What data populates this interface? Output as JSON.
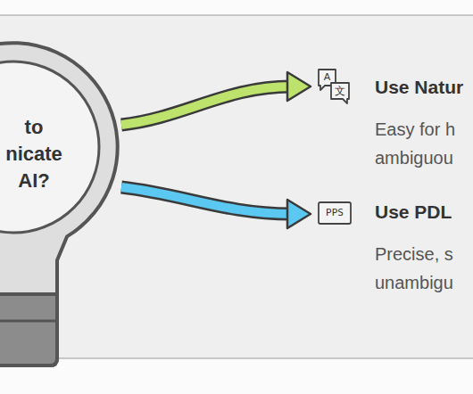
{
  "diagram": {
    "nodes": [
      {
        "text": [
          "to nicate AI?"
        ]
      },
      {
        "text": [
          "Use Natur",
          "Easy for h ambiguou"
        ]
      },
      {
        "text": [
          "Use PDL",
          "Precise, s unambigu"
        ]
      }
    ],
    "edges": [
      {
        "from": 0,
        "to": 1,
        "arrow": "to"
      },
      {
        "from": 0,
        "to": 2,
        "arrow": "to"
      }
    ],
    "labels": [
      "A",
      "文",
      "PPS"
    ]
  }
}
